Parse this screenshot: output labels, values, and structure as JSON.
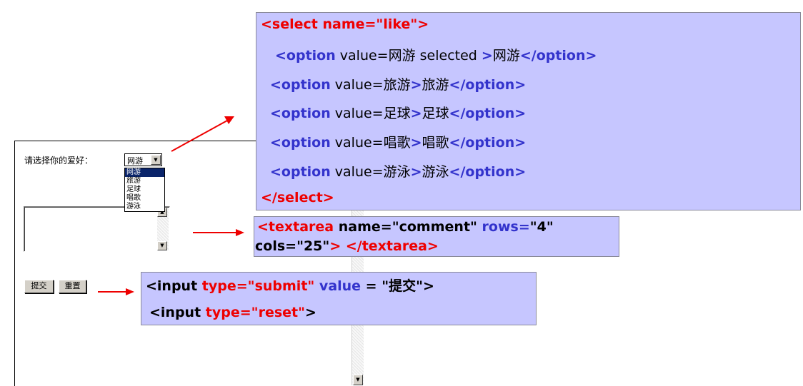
{
  "form": {
    "hobby_label": "请选择你的爱好：",
    "select_value": "网游",
    "dropdown_options": [
      "网游",
      "旅游",
      "足球",
      "唱歌",
      "游泳"
    ],
    "submit_label": "提交",
    "reset_label": "重置"
  },
  "select_code": {
    "line1": {
      "open": "<select name=\"like\">"
    },
    "line2": {
      "tag": "<option",
      "attr": " value=网游 selected ",
      "gt": ">",
      "text": "网游",
      "close": "</option>"
    },
    "line3": {
      "tag": "<option",
      "attr": " value=旅游",
      "gt": ">",
      "text": "旅游",
      "close": "</option>"
    },
    "line4": {
      "tag": "<option",
      "attr": " value=足球",
      "gt": ">",
      "text": "足球",
      "close": "</option>"
    },
    "line5": {
      "tag": "<option",
      "attr": " value=唱歌",
      "gt": ">",
      "text": "唱歌",
      "close": "</option>"
    },
    "line6": {
      "tag": "<option",
      "attr": " value=游泳",
      "gt": ">",
      "text": "游泳",
      "close": "</option>"
    },
    "line7": {
      "close": "</select>"
    }
  },
  "textarea_code": {
    "open": "<textarea",
    "name_attr": "  name=",
    "name_val": "\"comment\"",
    "rows_attr": " rows=",
    "rows_val": "\"4\"",
    "cols_attr": "cols=",
    "cols_val": "\"25\"",
    "gt": ">",
    "close": " </textarea>"
  },
  "input_code": {
    "line1": {
      "open": "<input ",
      "type_attr": "type=",
      "type_val": "\"submit\"",
      "value_attr": " value",
      "eq": " = ",
      "value_val": "\"提交\"",
      "gt": ">"
    },
    "line2": {
      "open": "<input ",
      "type_attr": "type=",
      "type_val": "\"reset\"",
      "gt": ">"
    }
  },
  "colors": {
    "code_background": "#c6c6ff",
    "tag_red": "#ee0000",
    "keyword_blue": "#3333cc",
    "arrow_red": "#ee0000",
    "dropdown_highlight": "#0a246a"
  },
  "icons": [
    "dropdown-arrow-icon",
    "scroll-up-arrow-icon",
    "scroll-down-arrow-icon"
  ]
}
